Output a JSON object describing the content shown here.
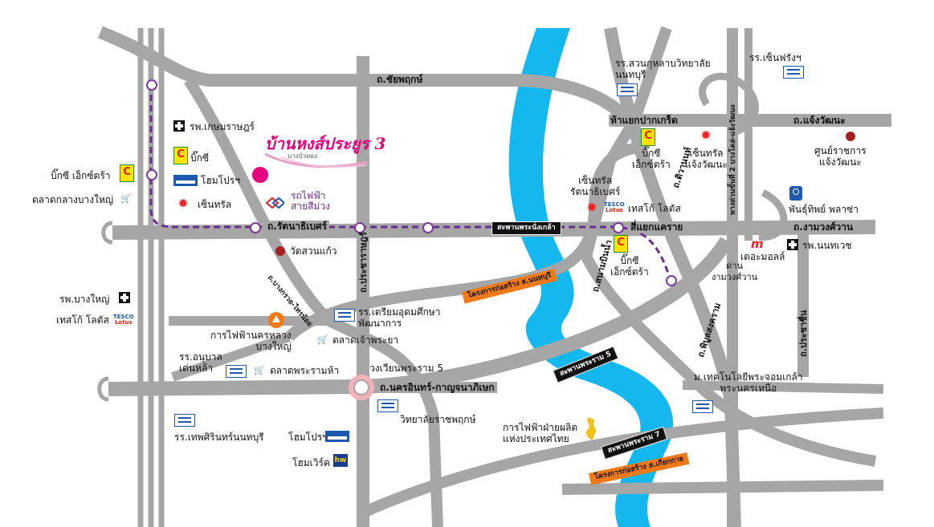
{
  "map": {
    "project_logo": "บ้านหงส์ประยูร 3",
    "project_logo_sub": "บางบัวทอง",
    "roads": {
      "chaiyaphruek": "ถ.ชัยพฤกษ์",
      "rattanathibet": "ถ.รัตนาธิเบศร์",
      "nakhon_in": "ถ.นครอินทร์-กาญจนาภิเษก",
      "chaengwattana": "ถ.แจ้งวัฒนะ",
      "ngamwongwan": "ถ.งามวงศ์วาน",
      "pracha_rat": "ถ.ประชาราษฎร์",
      "tiwanon": "ถ.ติวานนท์",
      "sanambinnam": "ถ.สนามบินน้ำ",
      "prachachuen": "ถ.ประชาชื่น",
      "expressway": "ทางด่วนขั้นที่ 2 บางโคล่-แจ้งวัฒนะ",
      "bangkruai_sainoi": "ถ.บางกรวย-ไทรน้อย",
      "phibunsongkhram": "ถ.พิบูลสงคราม",
      "pak_kret_jct": "ห้าแยกปากเกร็ด",
      "khae_rai_jct": "สี่แยกแคราย",
      "phra_ram_5_circle": "วงเวียนพระราม 5",
      "ngamwongwan_toll": "ด่าน\nงามวงศ์วาน"
    },
    "bridges": {
      "phra_nang_klao": "สะพานพระนั่งเกล้า",
      "phra_ram_5": "สะพานพระราม 5",
      "phra_ram_7": "สะพานพระราม 7"
    },
    "construction": {
      "nonthaburi_bridge": "โครงการก่อสร้าง ส.นนทบุรี",
      "kiak_kai_bridge": "โครงการก่อสร้าง ส.เกียกกาย"
    },
    "places": {
      "kasemrad": "รพ.เกษมราษฎร์",
      "bigc_1": "บิ๊กซี",
      "homepro_1": "โฮมโปรฯ",
      "central_1": "เซ็นทรัล",
      "purple_line": "รถไฟฟ้า\nสายสีม่วง",
      "bigc_extra_left": "บิ๊กซี  เอ็กซ์ตร้า",
      "talad_bangyai": "ตลาดกลางบางใหญ่",
      "wat_suan_kaew": "วัดสวนแก้ว",
      "bangyai_hosp": "รพ.บางใหญ่",
      "tesco_left": "เทสโก้  โลตัส",
      "triam_pattanakarn": "รร.เตรียมอุดมศึกษา\nพัฒนาการ",
      "mea_bangyai": "การไฟฟ้านครหลวง\nบางใหญ่",
      "talad_chaophraya": "ตลาดเจ้าพระยา",
      "anuban_tenla": "รร.อนุบาล\nเด่นหล้า",
      "talad_phraram5": "ตลาดพระรามห้า",
      "ratchaphruek_college": "วิทยาลัยราชพฤกษ์",
      "thepsirin": "รร.เทพศิรินทร์นนทบุรี",
      "homepro_2": "โฮมโปรฯ",
      "homework": "โฮมเวิร์ค",
      "egat": "การไฟฟ้าฝ่ายผลิต\nแห่งประเทศไทย",
      "kmutnb": "ม.เทคโนโลยีพระจอมเกล้า\nพระนครเหนือ",
      "suankularb": "รร.สวนกุหลาบวิทยาลัย\nนนทบุรี",
      "st_francis": "รร.เซ็นฟรังฯ",
      "bigc_extra_pk": "บิ๊กซี\nเอ็กซ์ตร้า",
      "central_chaeng": "เซ็นทรัล\nแจ้งวัฒนะ",
      "gov_center": "ศูนย์ราชการ\nแจ้งวัฒนะ",
      "central_rattana": "เซ็นทรัล\nรัตนาธิเบศร์",
      "tesco_khaerai": "เทสโก้  โลตัส",
      "pantip": "พันธุ์ทิพย์  พลาซ่า",
      "bigc_extra_kr": "บิ๊กซี\nเอ็กซ์ตร้า",
      "the_mall": "เดอะมอลล์",
      "nonthavej": "รพ.นนทเวช"
    },
    "colors": {
      "road": "#a6a6a6",
      "river": "#14b8ee",
      "purple_line": "#6b2d8f",
      "construction": "#f07a18",
      "roundabout": "#f2b3b8"
    }
  }
}
